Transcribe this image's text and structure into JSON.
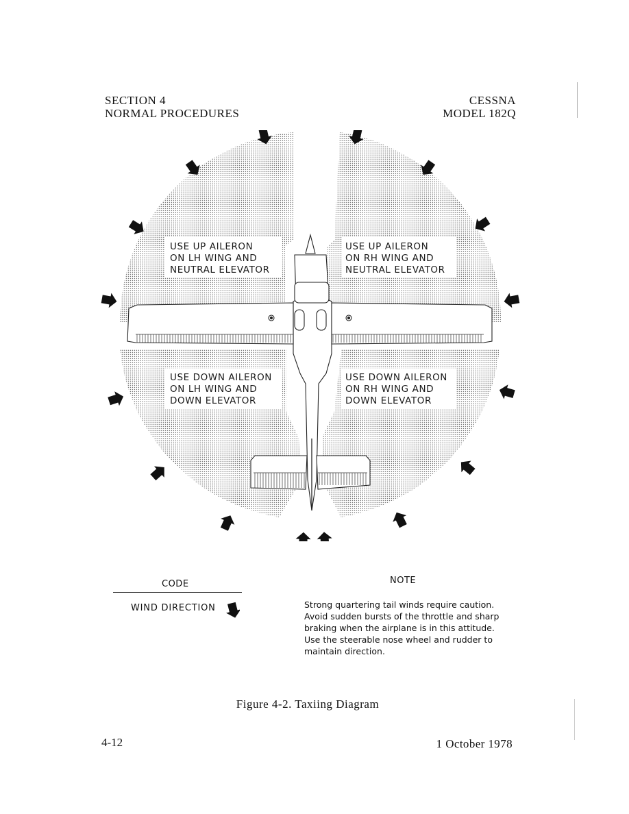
{
  "header": {
    "left_line1": "SECTION 4",
    "left_line2": "NORMAL PROCEDURES",
    "right_line1": "CESSNA",
    "right_line2": "MODEL 182Q"
  },
  "zones": {
    "upper_left": [
      "USE UP AILERON",
      "ON LH WING AND",
      "NEUTRAL ELEVATOR"
    ],
    "upper_right": [
      "USE UP AILERON",
      "ON RH WING AND",
      "NEUTRAL ELEVATOR"
    ],
    "lower_left": [
      "USE DOWN AILERON",
      "ON LH WING AND",
      "DOWN ELEVATOR"
    ],
    "lower_right": [
      "USE DOWN AILERON",
      "ON RH WING AND",
      "DOWN ELEVATOR"
    ]
  },
  "code": {
    "title": "CODE",
    "wind_direction_label": "WIND DIRECTION"
  },
  "note": {
    "title": "NOTE",
    "lines": [
      "Strong quartering tail winds require caution.",
      "Avoid sudden bursts of the throttle and sharp",
      "braking when the airplane is in this attitude.",
      "Use the steerable nose wheel and rudder to",
      "maintain direction."
    ]
  },
  "figure_caption": "Figure 4-2.  Taxiing Diagram",
  "footer": {
    "page_number": "4-12",
    "date": "1 October 1978"
  }
}
